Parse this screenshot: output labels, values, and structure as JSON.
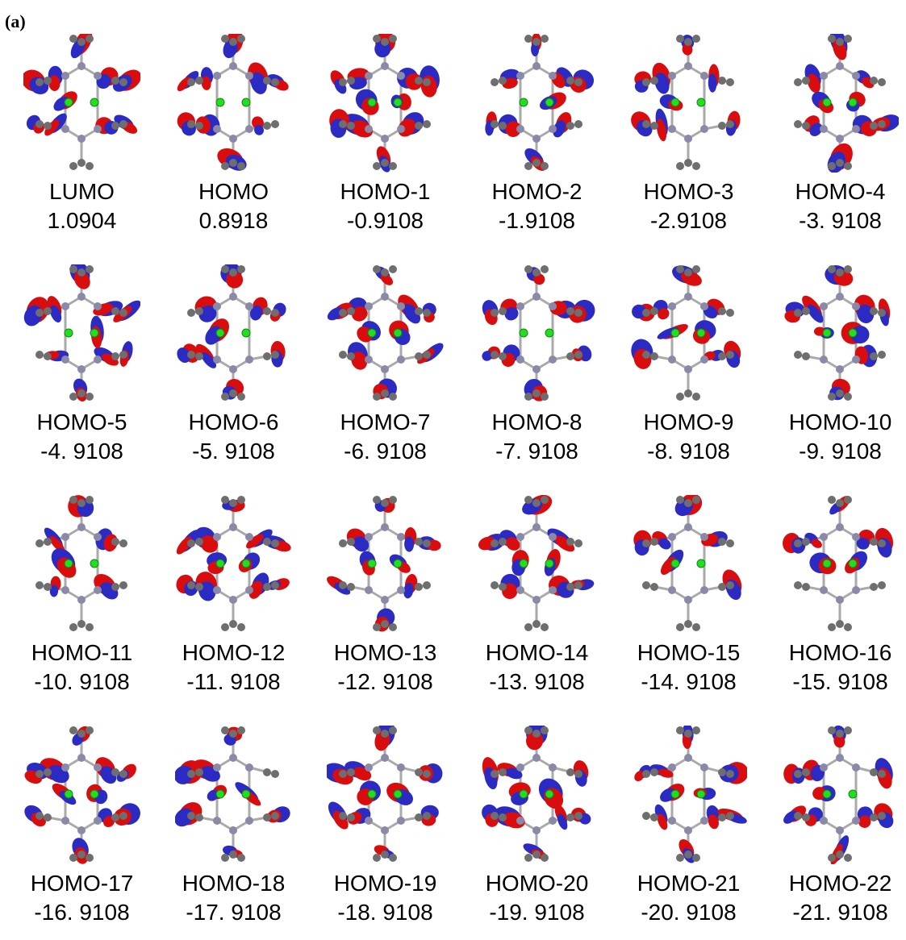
{
  "panel_label": "(a)",
  "orbitals": [
    {
      "label": "LUMO",
      "energy": "1.0904"
    },
    {
      "label": "HOMO",
      "energy": "0.8918"
    },
    {
      "label": "HOMO-1",
      "energy": "-0.9108"
    },
    {
      "label": "HOMO-2",
      "energy": "-1.9108"
    },
    {
      "label": "HOMO-3",
      "energy": "-2.9108"
    },
    {
      "label": "HOMO-4",
      "energy": "-3. 9108"
    },
    {
      "label": "HOMO-5",
      "energy": "-4. 9108"
    },
    {
      "label": "HOMO-6",
      "energy": "-5. 9108"
    },
    {
      "label": "HOMO-7",
      "energy": "-6. 9108"
    },
    {
      "label": "HOMO-8",
      "energy": "-7. 9108"
    },
    {
      "label": "HOMO-9",
      "energy": "-8. 9108"
    },
    {
      "label": "HOMO-10",
      "energy": "-9. 9108"
    },
    {
      "label": "HOMO-11",
      "energy": "-10. 9108"
    },
    {
      "label": "HOMO-12",
      "energy": "-11. 9108"
    },
    {
      "label": "HOMO-13",
      "energy": "-12. 9108"
    },
    {
      "label": "HOMO-14",
      "energy": "-13. 9108"
    },
    {
      "label": "HOMO-15",
      "energy": "-14. 9108"
    },
    {
      "label": "HOMO-16",
      "energy": "-15. 9108"
    },
    {
      "label": "HOMO-17",
      "energy": "-16. 9108"
    },
    {
      "label": "HOMO-18",
      "energy": "-17. 9108"
    },
    {
      "label": "HOMO-19",
      "energy": "-18. 9108"
    },
    {
      "label": "HOMO-20",
      "energy": "-19. 9108"
    },
    {
      "label": "HOMO-21",
      "energy": "-20. 9108"
    },
    {
      "label": "HOMO-22",
      "energy": "-21. 9108"
    }
  ],
  "colors": {
    "positive_lobe": "#d90d0d",
    "negative_lobe": "#2b2bc4",
    "carbon": "#6e6e6e",
    "nitrogen": "#8a8aa8",
    "metal": "#22dd22",
    "bond": "#aaaaaa"
  }
}
